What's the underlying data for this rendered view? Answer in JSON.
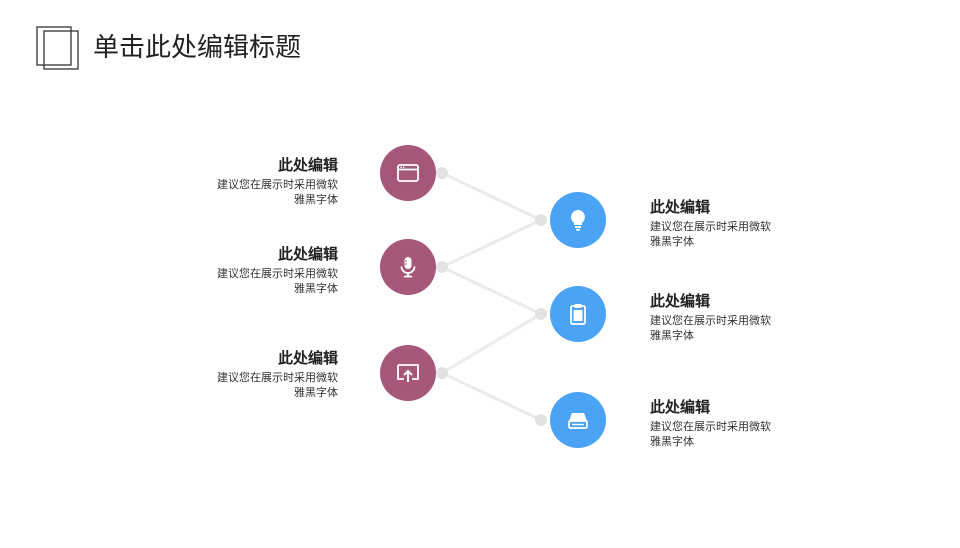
{
  "header": {
    "title": "单击此处编辑标题"
  },
  "colors": {
    "left_accent": "#a5587a",
    "right_accent": "#4aa3f5",
    "connector": "#ebebeb",
    "connector_dot": "#e2e2e2"
  },
  "left_items": [
    {
      "icon": "browser-window-icon",
      "heading": "此处编辑",
      "desc_line1": "建议您在展示时采用微软",
      "desc_line2": "雅黑字体"
    },
    {
      "icon": "microphone-icon",
      "heading": "此处编辑",
      "desc_line1": "建议您在展示时采用微软",
      "desc_line2": "雅黑字体"
    },
    {
      "icon": "upload-screen-icon",
      "heading": "此处编辑",
      "desc_line1": "建议您在展示时采用微软",
      "desc_line2": "雅黑字体"
    }
  ],
  "right_items": [
    {
      "icon": "lightbulb-icon",
      "heading": "此处编辑",
      "desc_line1": "建议您在展示时采用微软",
      "desc_line2": "雅黑字体"
    },
    {
      "icon": "clipboard-icon",
      "heading": "此处编辑",
      "desc_line1": "建议您在展示时采用微软",
      "desc_line2": "雅黑字体"
    },
    {
      "icon": "hard-drive-icon",
      "heading": "此处编辑",
      "desc_line1": "建议您在展示时采用微软",
      "desc_line2": "雅黑字体"
    }
  ]
}
